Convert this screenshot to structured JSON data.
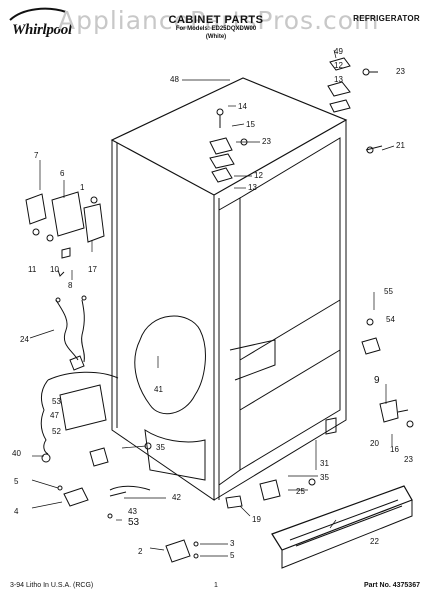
{
  "header": {
    "brand": "Whirlpool",
    "watermark": "AppliancePartsPros.com",
    "title": "CABINET PARTS",
    "model_line": "For Models: ED25DQXDW00",
    "sub_line": "(White)",
    "category": "REFRIGERATOR"
  },
  "callouts": {
    "n48": "48",
    "n49": "49",
    "n12a": "12",
    "n13a": "13",
    "n23a": "23",
    "n14": "14",
    "n15": "15",
    "n23b": "23",
    "n21": "21",
    "n12b": "12",
    "n13b": "13",
    "n7": "7",
    "n6": "6",
    "n1": "1",
    "n11": "11",
    "n10": "10",
    "n17": "17",
    "n8": "8",
    "n24": "24",
    "n55": "55",
    "n54": "54",
    "n41": "41",
    "n53a": "53",
    "n47": "47",
    "n52": "52",
    "n40": "40",
    "n5": "5",
    "n4": "4",
    "n35a": "35",
    "n42": "42",
    "n43": "43",
    "n53b": "53",
    "n9": "9",
    "n20": "20",
    "n16": "16",
    "n23c": "23",
    "n31": "31",
    "n35b": "35",
    "n25": "25",
    "n19": "19",
    "n22": "22",
    "n2": "2",
    "n3": "3",
    "n5b": "5"
  },
  "footer": {
    "left": "3-94 Litho In U.S.A. (RCG)",
    "page": "1",
    "part_no": "Part No. 4375367"
  }
}
